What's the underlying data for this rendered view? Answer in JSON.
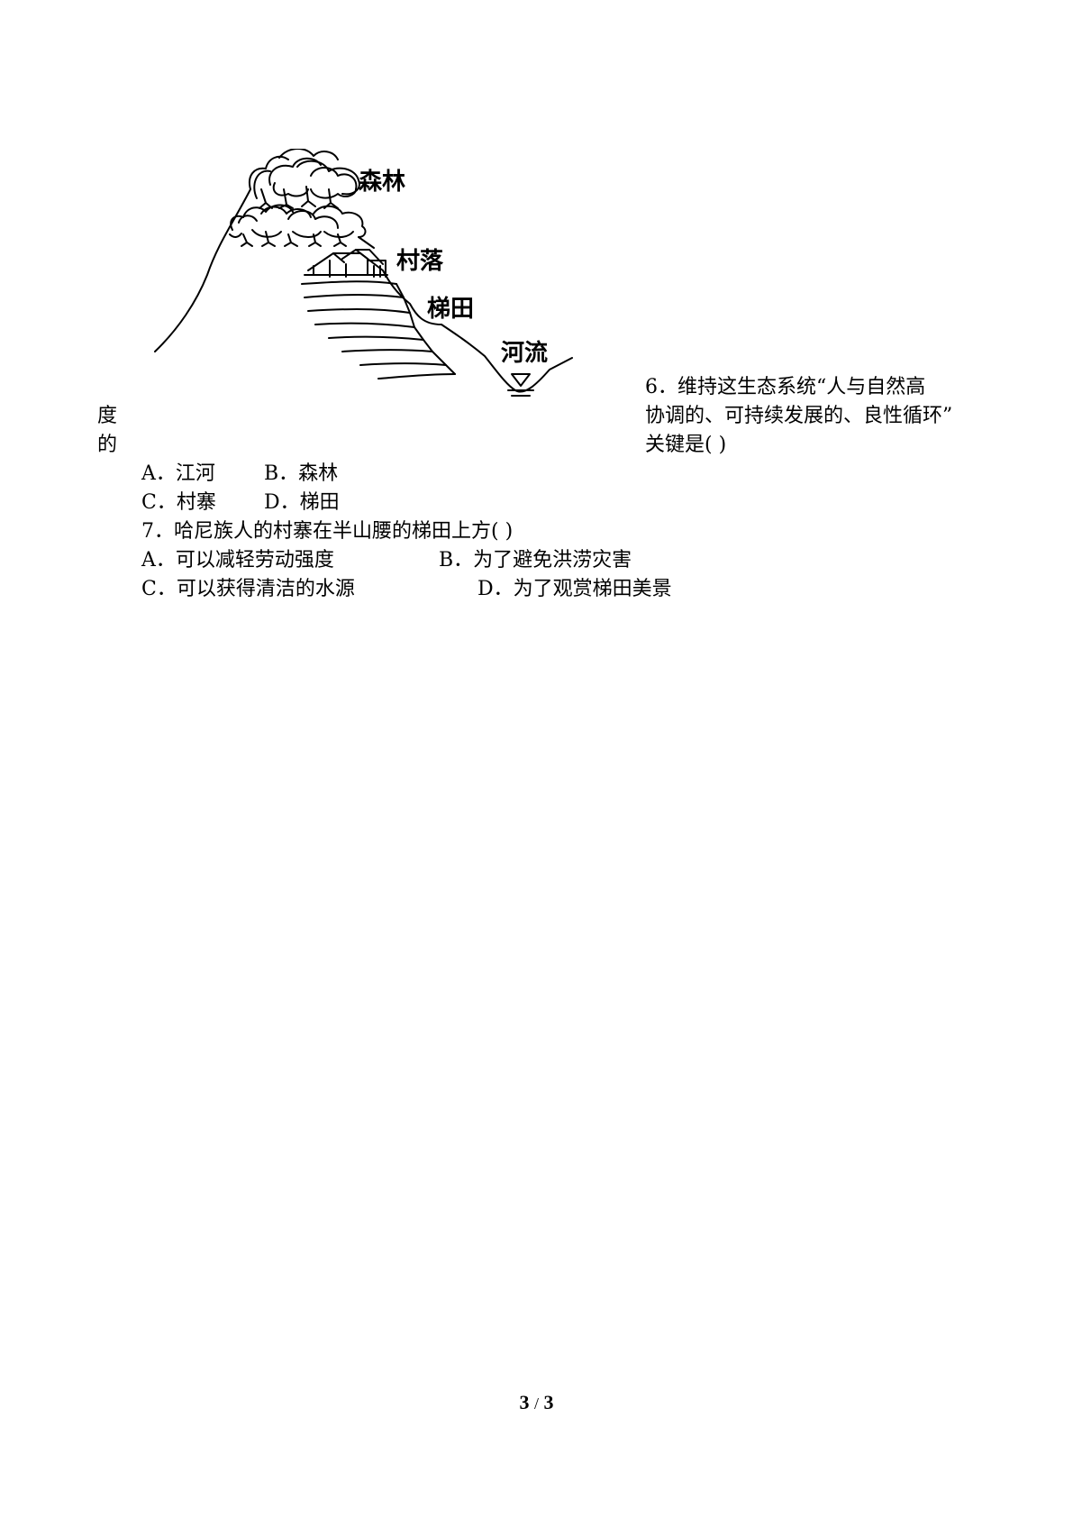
{
  "diagram": {
    "labels": {
      "forest": "森林",
      "village": "村落",
      "terrace": "梯田",
      "river": "河流"
    }
  },
  "question6": {
    "line1": "6．维持这生态系统“人与自然高",
    "line2": "协调的、可持续发展的、良性循环”",
    "line3": "关键是(    )",
    "left_fragment_1": "度",
    "left_fragment_2": "的",
    "options": {
      "a": "A．江河",
      "b": "B．森林",
      "c": "C．村寨",
      "d": "D．梯田"
    }
  },
  "question7": {
    "stem": "7．哈尼族人的村寨在半山腰的梯田上方(    )",
    "options": {
      "a": "A．可以减轻劳动强度",
      "b": "B．为了避免洪涝灾害",
      "c": "C．可以获得清洁的水源",
      "d": "D．为了观赏梯田美景"
    }
  },
  "footer": {
    "current_page": "3",
    "separator": "/",
    "total_pages": "3"
  }
}
